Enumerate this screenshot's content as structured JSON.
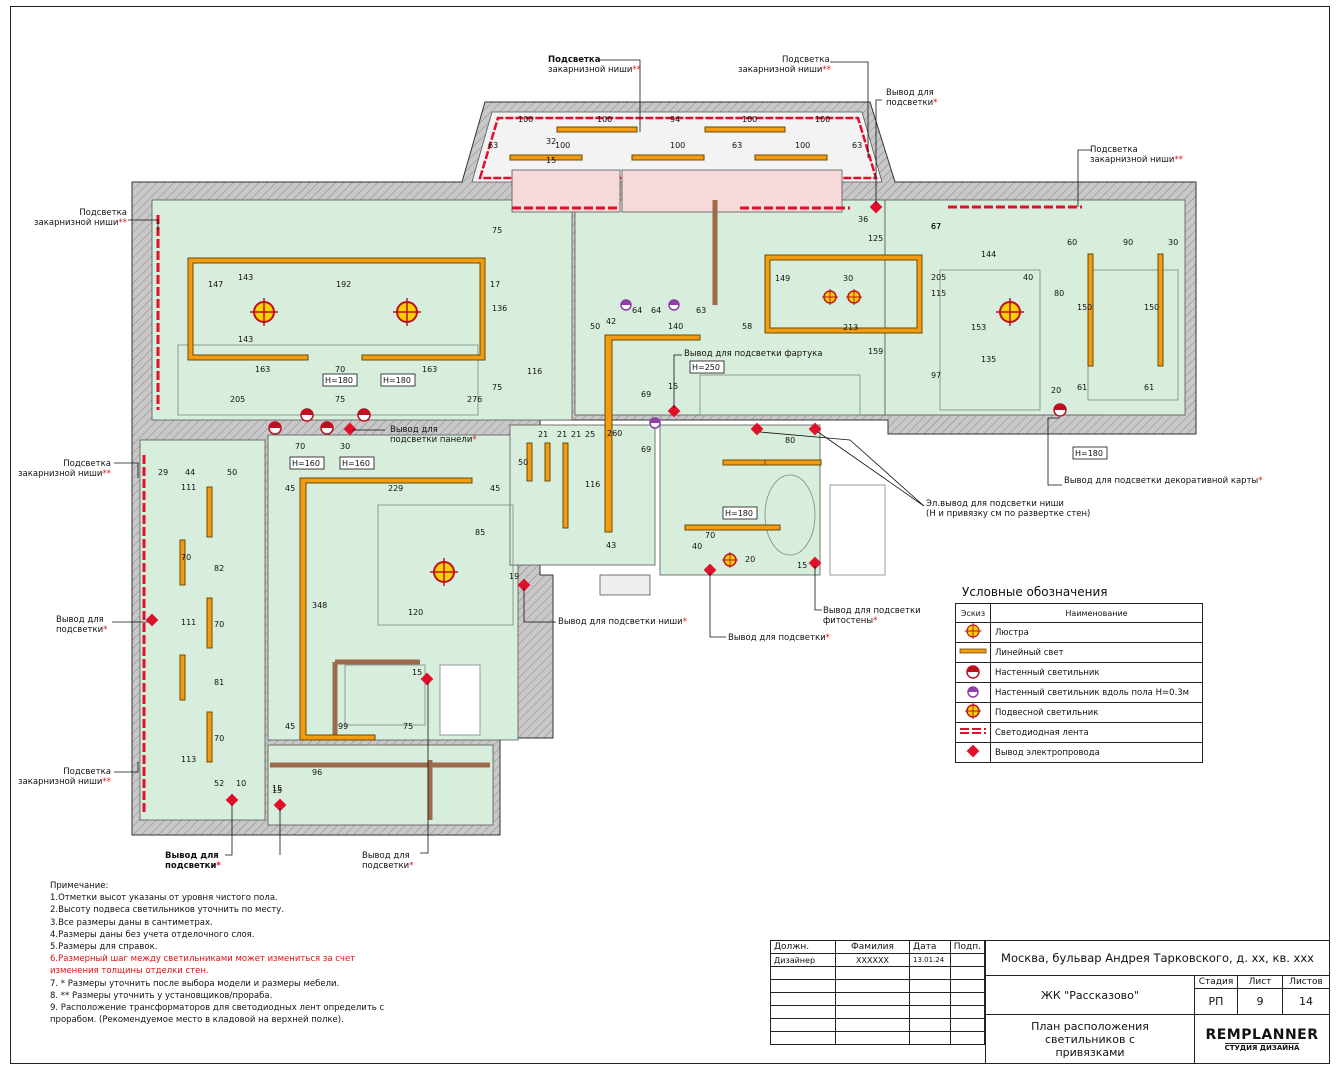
{
  "callouts": {
    "niche1": {
      "l1": "Подсветка",
      "l2": "закарнизной ниши",
      "mark": "**"
    },
    "niche2": {
      "l1": "Подсветка",
      "l2": "закарнизной ниши",
      "mark": "**"
    },
    "vyvod_top": {
      "l1": "Вывод для",
      "l2": "подсветки",
      "mark": "*"
    },
    "niche3": {
      "l1": "Подсветка",
      "l2": "закарнизной ниши",
      "mark": "**"
    },
    "niche_left_top": {
      "l1": "Подсветка",
      "l2": "закарнизной ниши",
      "mark": "**"
    },
    "niche_left_mid": {
      "l1": "Подсветка",
      "l2": "закарнизной ниши",
      "mark": "**"
    },
    "vyvod_left": {
      "l1": "Вывод для",
      "l2": "подсветки",
      "mark": "*"
    },
    "niche_left_bot": {
      "l1": "Подсветка",
      "l2": "закарнизной ниши",
      "mark": "**"
    },
    "vyvod_bottom1": {
      "l1": "Вывод для",
      "l2": "подсветки",
      "mark": "*"
    },
    "vyvod_bottom2": {
      "l1": "Вывод для",
      "l2": "подсветки",
      "mark": "*"
    },
    "panel": {
      "l1": "Вывод для",
      "l2": "подсветки панели",
      "mark": "*"
    },
    "apron": {
      "l1": "Вывод для подсветки фартука",
      "mark": ""
    },
    "niche_out": {
      "l1": "Вывод для подсветки ниши",
      "mark": "*"
    },
    "vyvod_bath": {
      "l1": "Вывод для подсветки",
      "mark": "*"
    },
    "phyto": {
      "l1": "Вывод для подсветки",
      "l2": "фитостены",
      "mark": "*"
    },
    "el_niche": {
      "l1": "Эл.вывод для подсветки ниши",
      "l2": "(Н и привязку см по развертке стен)"
    },
    "map": {
      "l1": "Вывод для подсветки декоративной карты",
      "mark": "*"
    }
  },
  "dims": {
    "top_row": [
      "100",
      "100",
      "94",
      "100",
      "100",
      "63",
      "100",
      "100",
      "63",
      "100",
      "63",
      "32",
      "15",
      "36"
    ],
    "living": [
      "147",
      "192",
      "143",
      "143",
      "17",
      "136",
      "163",
      "70",
      "163",
      "205",
      "75",
      "276",
      "75",
      "75",
      "116"
    ],
    "kitchen": [
      "149",
      "30",
      "205",
      "115",
      "213",
      "159",
      "97",
      "67",
      "125",
      "58",
      "140",
      "64",
      "64",
      "63",
      "50",
      "42",
      "260",
      "69",
      "69",
      "15"
    ],
    "dining": [
      "60",
      "90",
      "30",
      "40",
      "153",
      "144",
      "135",
      "80",
      "150",
      "150",
      "61",
      "61",
      "20",
      "67",
      "67"
    ],
    "bedroom": [
      "70",
      "30",
      "45",
      "229",
      "45",
      "85",
      "348",
      "120",
      "45",
      "99",
      "75",
      "96",
      "15",
      "15",
      "116",
      "21",
      "21",
      "21",
      "25",
      "50",
      "43",
      "19"
    ],
    "bath": [
      "80",
      "70",
      "40",
      "20",
      "15"
    ],
    "left": [
      "29",
      "44",
      "50",
      "111",
      "70",
      "111",
      "82",
      "70",
      "113",
      "81",
      "70",
      "52",
      "10",
      "15"
    ],
    "heights": [
      "H=180",
      "H=180",
      "H=160",
      "H=160",
      "H=250",
      "H=180",
      "H=180"
    ]
  },
  "legend": {
    "title": "Условные обозначения",
    "col1": "Эскиз",
    "col2": "Наименование",
    "rows": [
      {
        "icon": "chandelier-icon",
        "name": "Люстра"
      },
      {
        "icon": "linear-light-icon",
        "name": "Линейный свет"
      },
      {
        "icon": "wall-lamp-icon",
        "name": "Настенный светильник"
      },
      {
        "icon": "floor-wall-lamp-icon",
        "name": "Настенный светильник вдоль пола Н=0.3м"
      },
      {
        "icon": "pendant-icon",
        "name": "Подвесной светильник"
      },
      {
        "icon": "led-strip-icon",
        "name": "Светодиодная лента"
      },
      {
        "icon": "outlet-icon",
        "name": "Вывод электропровода"
      }
    ]
  },
  "notes": [
    {
      "text": "Примечание:",
      "red": false
    },
    {
      "text": "1.Отметки высот указаны от уровня чистого пола.",
      "red": false
    },
    {
      "text": "2.Высоту подвеса светильников уточнить по месту.",
      "red": false
    },
    {
      "text": "3.Все размеры даны в сантиметрах.",
      "red": false
    },
    {
      "text": "4.Размеры даны без учета отделочного слоя.",
      "red": false
    },
    {
      "text": "5.Размеры для справок.",
      "red": false
    },
    {
      "text": "6.Размерный шаг между светильниками может измениться за счет",
      "red": true
    },
    {
      "text": "   изменения толщины отделки стен.",
      "red": true
    },
    {
      "text": "7. * Размеры уточнить после выбора модели и размеры мебели.",
      "red": false
    },
    {
      "text": "8. ** Размеры уточнить у установщиков/прораба.",
      "red": false
    },
    {
      "text": "9. Расположение трансформаторов для светодиодных лент определить с",
      "red": false
    },
    {
      "text": "   прорабом. (Рекомендуемое место в кладовой на верхней полке).",
      "red": false
    }
  ],
  "title_block": {
    "h_dolzh": "Должн.",
    "h_fam": "Фамилия",
    "h_data": "Дата",
    "h_podp": "Подп.",
    "role": "Дизайнер",
    "name": "ХХХХХХ",
    "date": "13.01.24",
    "address": "Москва, бульвар Андрея Тарковского, д. хх, кв. ххх",
    "complex": "ЖК \"Рассказово\"",
    "stage_h": "Стадия",
    "sheet_h": "Лист",
    "sheets_h": "Листов",
    "stage": "РП",
    "sheet": "9",
    "sheets": "14",
    "drawing": "План расположения светильников с привязками",
    "logo": "REMPLANNER",
    "logo_sub": "СТУДИЯ ДИЗАЙНА"
  },
  "colors": {
    "wall": "#bdbdbd",
    "room": "#d8eedd",
    "light": "#f39c12",
    "outlet": "#e0102a",
    "led": "#e0102a",
    "chandelier": "#f5d100",
    "wall_lamp": "#c01020",
    "floor_lamp": "#8e3fa8"
  }
}
